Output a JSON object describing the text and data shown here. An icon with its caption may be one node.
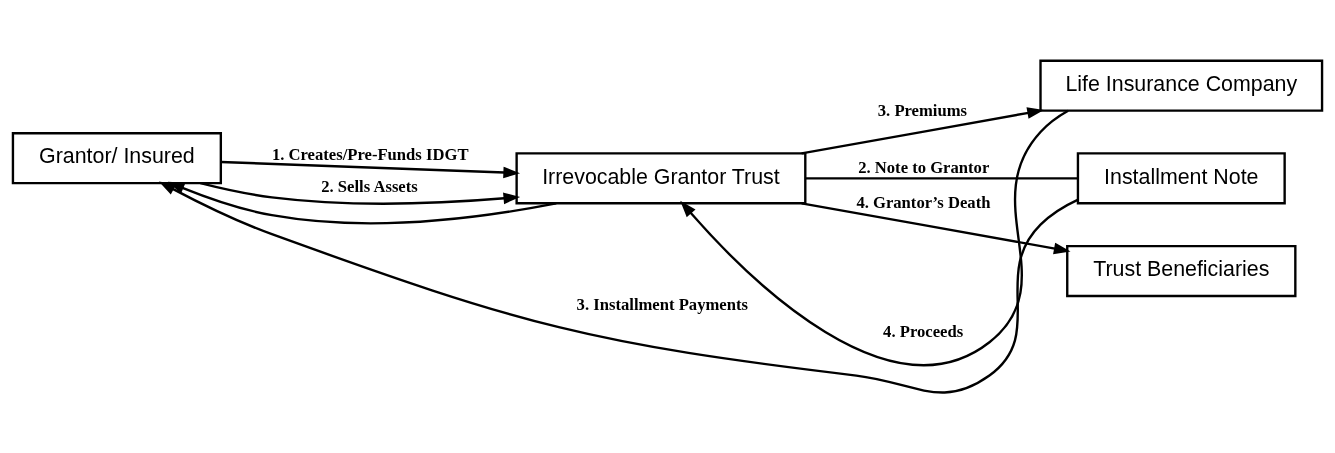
{
  "diagram": {
    "nodes": [
      {
        "text": [
          "Grantor/ Insured"
        ]
      },
      {
        "text": [
          "Irrevocable Grantor Trust"
        ]
      },
      {
        "text": [
          "Life Insurance Company"
        ]
      },
      {
        "text": [
          "Installment Note"
        ]
      },
      {
        "text": [
          "Trust Beneficiaries"
        ]
      }
    ],
    "edges": [
      {
        "from": 0,
        "to": 1,
        "arrow": "to",
        "label": "1. Creates/Pre-Funds IDGT"
      },
      {
        "from": 0,
        "to": 1,
        "arrow": "to",
        "label": "2. Sells Assets"
      },
      {
        "from": 1,
        "to": 2,
        "arrow": "to",
        "label": "3. Premiums"
      },
      {
        "from": 2,
        "to": 1,
        "arrow": "to",
        "label": "4. Proceeds"
      },
      {
        "from": 1,
        "to": 0,
        "arrow": "to"
      },
      {
        "from": 1,
        "to": 3,
        "arrow": "none",
        "label": "2. Note to Grantor"
      },
      {
        "from": 3,
        "to": 0,
        "arrow": "to",
        "label": "3. Installment Payments"
      },
      {
        "from": 1,
        "to": 4,
        "arrow": "to",
        "label": "4. Grantor’s Death"
      }
    ]
  }
}
